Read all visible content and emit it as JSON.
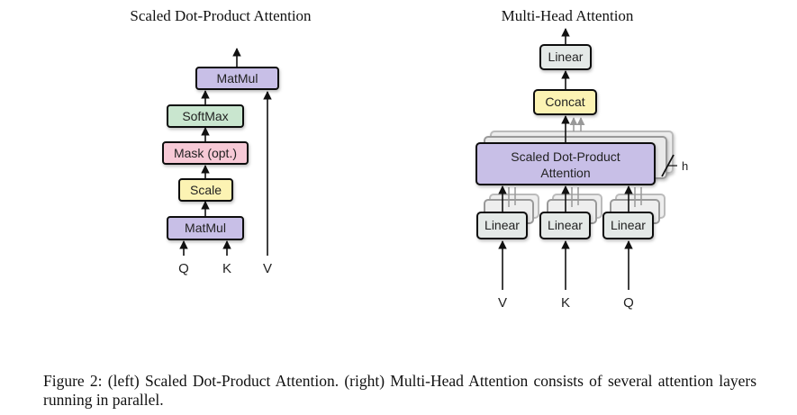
{
  "left": {
    "title": "Scaled Dot-Product Attention",
    "blocks": {
      "matmul_top": "MatMul",
      "softmax": "SoftMax",
      "mask": "Mask (opt.)",
      "scale": "Scale",
      "matmul_bottom": "MatMul"
    },
    "inputs": {
      "q": "Q",
      "k": "K",
      "v": "V"
    }
  },
  "right": {
    "title": "Multi-Head Attention",
    "blocks": {
      "linear_out": "Linear",
      "concat": "Concat",
      "attention_line1": "Scaled Dot-Product",
      "attention_line2": "Attention",
      "linear_v": "Linear",
      "linear_k": "Linear",
      "linear_q": "Linear"
    },
    "heads_label": "h",
    "inputs": {
      "v": "V",
      "k": "K",
      "q": "Q"
    }
  },
  "caption": "Figure 2: (left) Scaled Dot-Product Attention. (right) Multi-Head Attention consists of several attention layers running in parallel.",
  "colors": {
    "matmul": "#c8bfe7",
    "softmax": "#c9e6cf",
    "mask": "#f7c9d6",
    "scale": "#fcf3b3",
    "concat": "#fcf3b3",
    "linear": "#e4e9e7",
    "attention": "#c8bfe7",
    "stroke": "#111111"
  }
}
